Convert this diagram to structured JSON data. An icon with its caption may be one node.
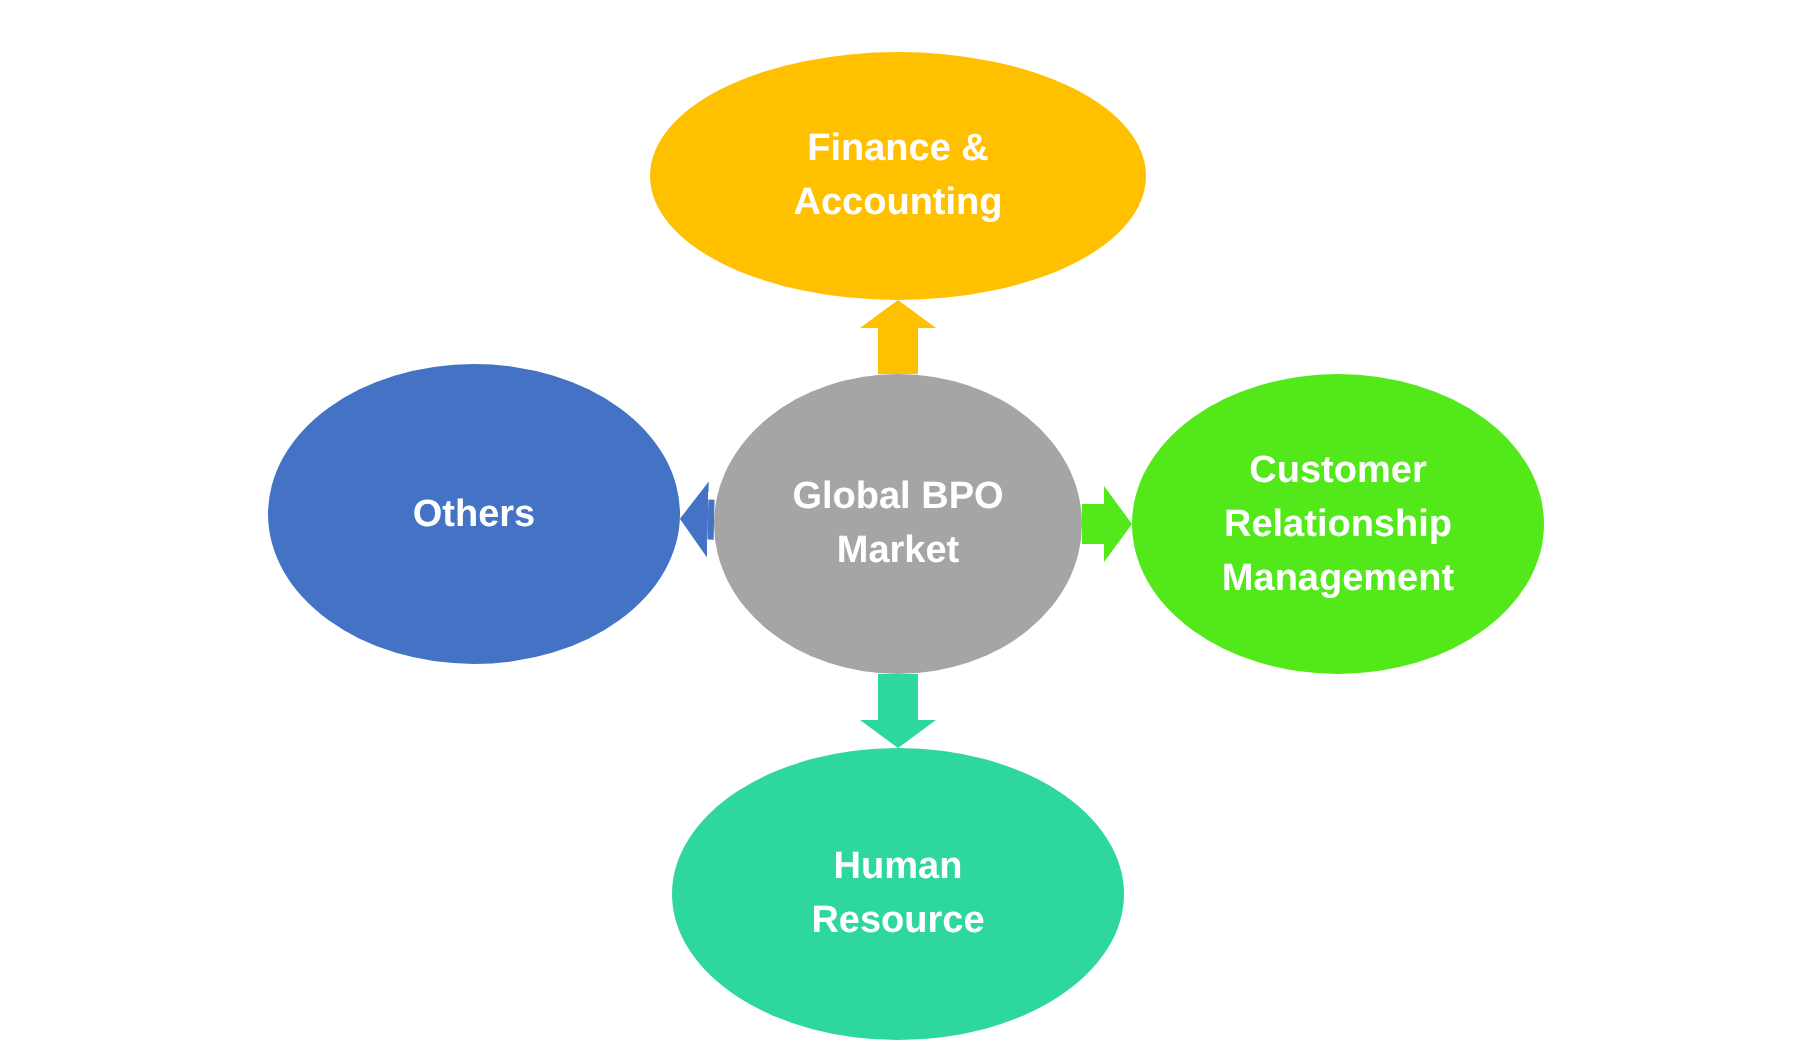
{
  "diagram": {
    "nodes": [
      {
        "text": [
          "Finance & Accounting"
        ]
      },
      {
        "text": [
          "Others"
        ]
      },
      {
        "text": [
          "Global BPO Market"
        ]
      },
      {
        "text": [
          "Customer Relationship Management"
        ]
      },
      {
        "text": [
          "Human Resource"
        ]
      }
    ],
    "edges": [
      {
        "from": 2,
        "to": 0,
        "arrow": "to",
        "color": "#ffc000"
      },
      {
        "from": 2,
        "to": 1,
        "arrow": "to",
        "color": "#4472c4"
      },
      {
        "from": 2,
        "to": 3,
        "arrow": "to",
        "color": "#52e81a"
      },
      {
        "from": 2,
        "to": 4,
        "arrow": "to",
        "color": "#2ed6a0"
      }
    ]
  }
}
